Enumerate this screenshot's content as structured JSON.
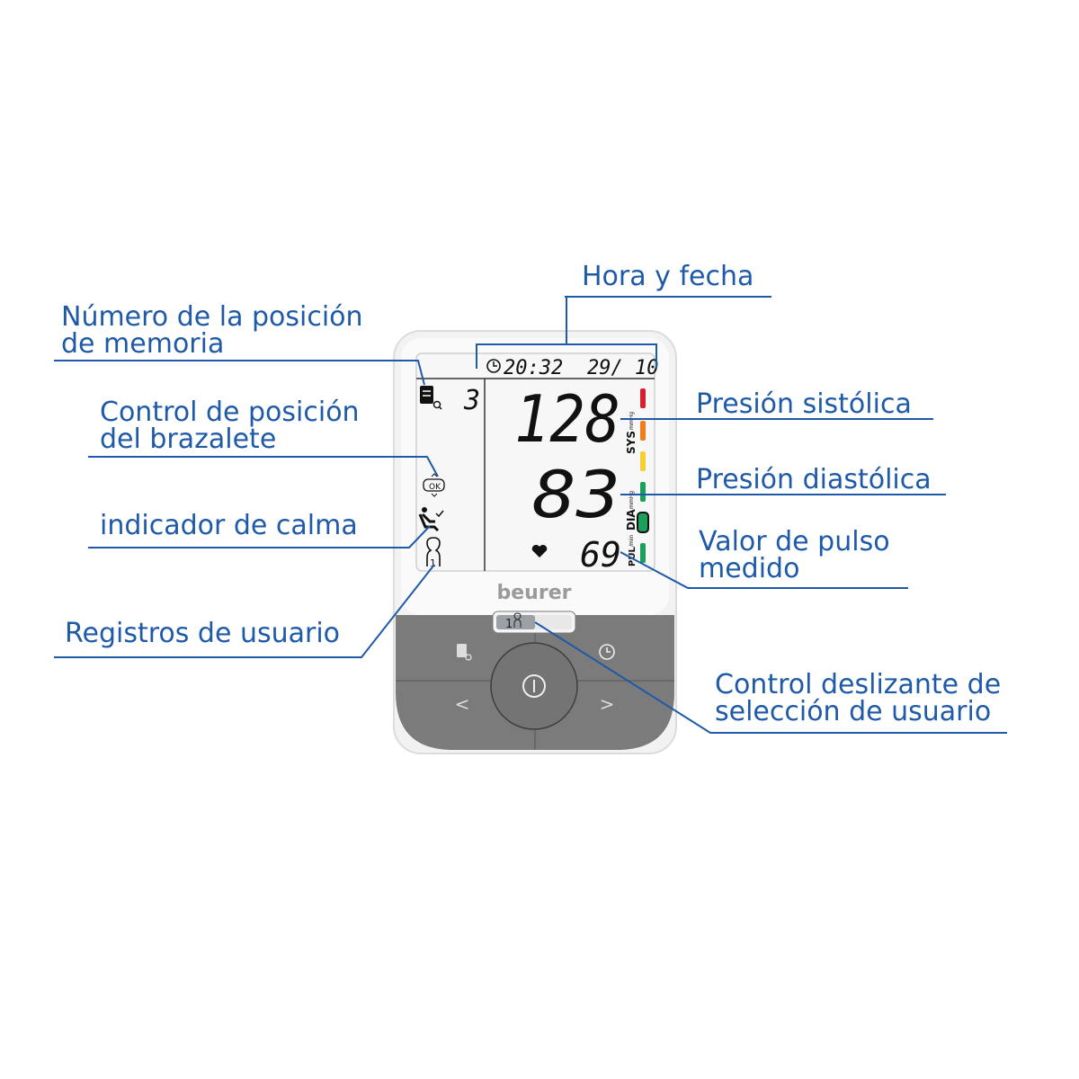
{
  "labels": {
    "time_date": "Hora y fecha",
    "memory_position": [
      "Número de la posición",
      "de memoria"
    ],
    "cuff_position": [
      "Control de posición",
      "del brazalete"
    ],
    "calm_indicator": "indicador de calma",
    "user_records": "Registros de usuario",
    "systolic": "Presión sistólica",
    "diastolic": "Presión diastólica",
    "pulse": [
      "Valor de pulso",
      "medido"
    ],
    "user_slider": [
      "Control deslizante de",
      "selección de usuario"
    ]
  },
  "display": {
    "time": "20:32",
    "date": "29/ 10",
    "memory_number": "3",
    "systolic": "128",
    "diastolic": "83",
    "pulse": "69",
    "sys_label": "SYS",
    "dia_label": "DIA",
    "pul_label": "PUL",
    "unit_mmhg": "mmHg",
    "unit_min": "/min",
    "cuff_ok": "OK",
    "user_number": "1"
  },
  "device": {
    "brand": "beurer",
    "slider_user": "1",
    "buttons": {
      "prev": "<",
      "next": ">"
    }
  },
  "colors": {
    "accent": "#1f5aa8",
    "scale": [
      "#d4202f",
      "#ef7d1a",
      "#f5cf33",
      "#1aa05a",
      "#1aa05a",
      "#1aa05a"
    ],
    "shell_grey": "#7b7b7b"
  }
}
